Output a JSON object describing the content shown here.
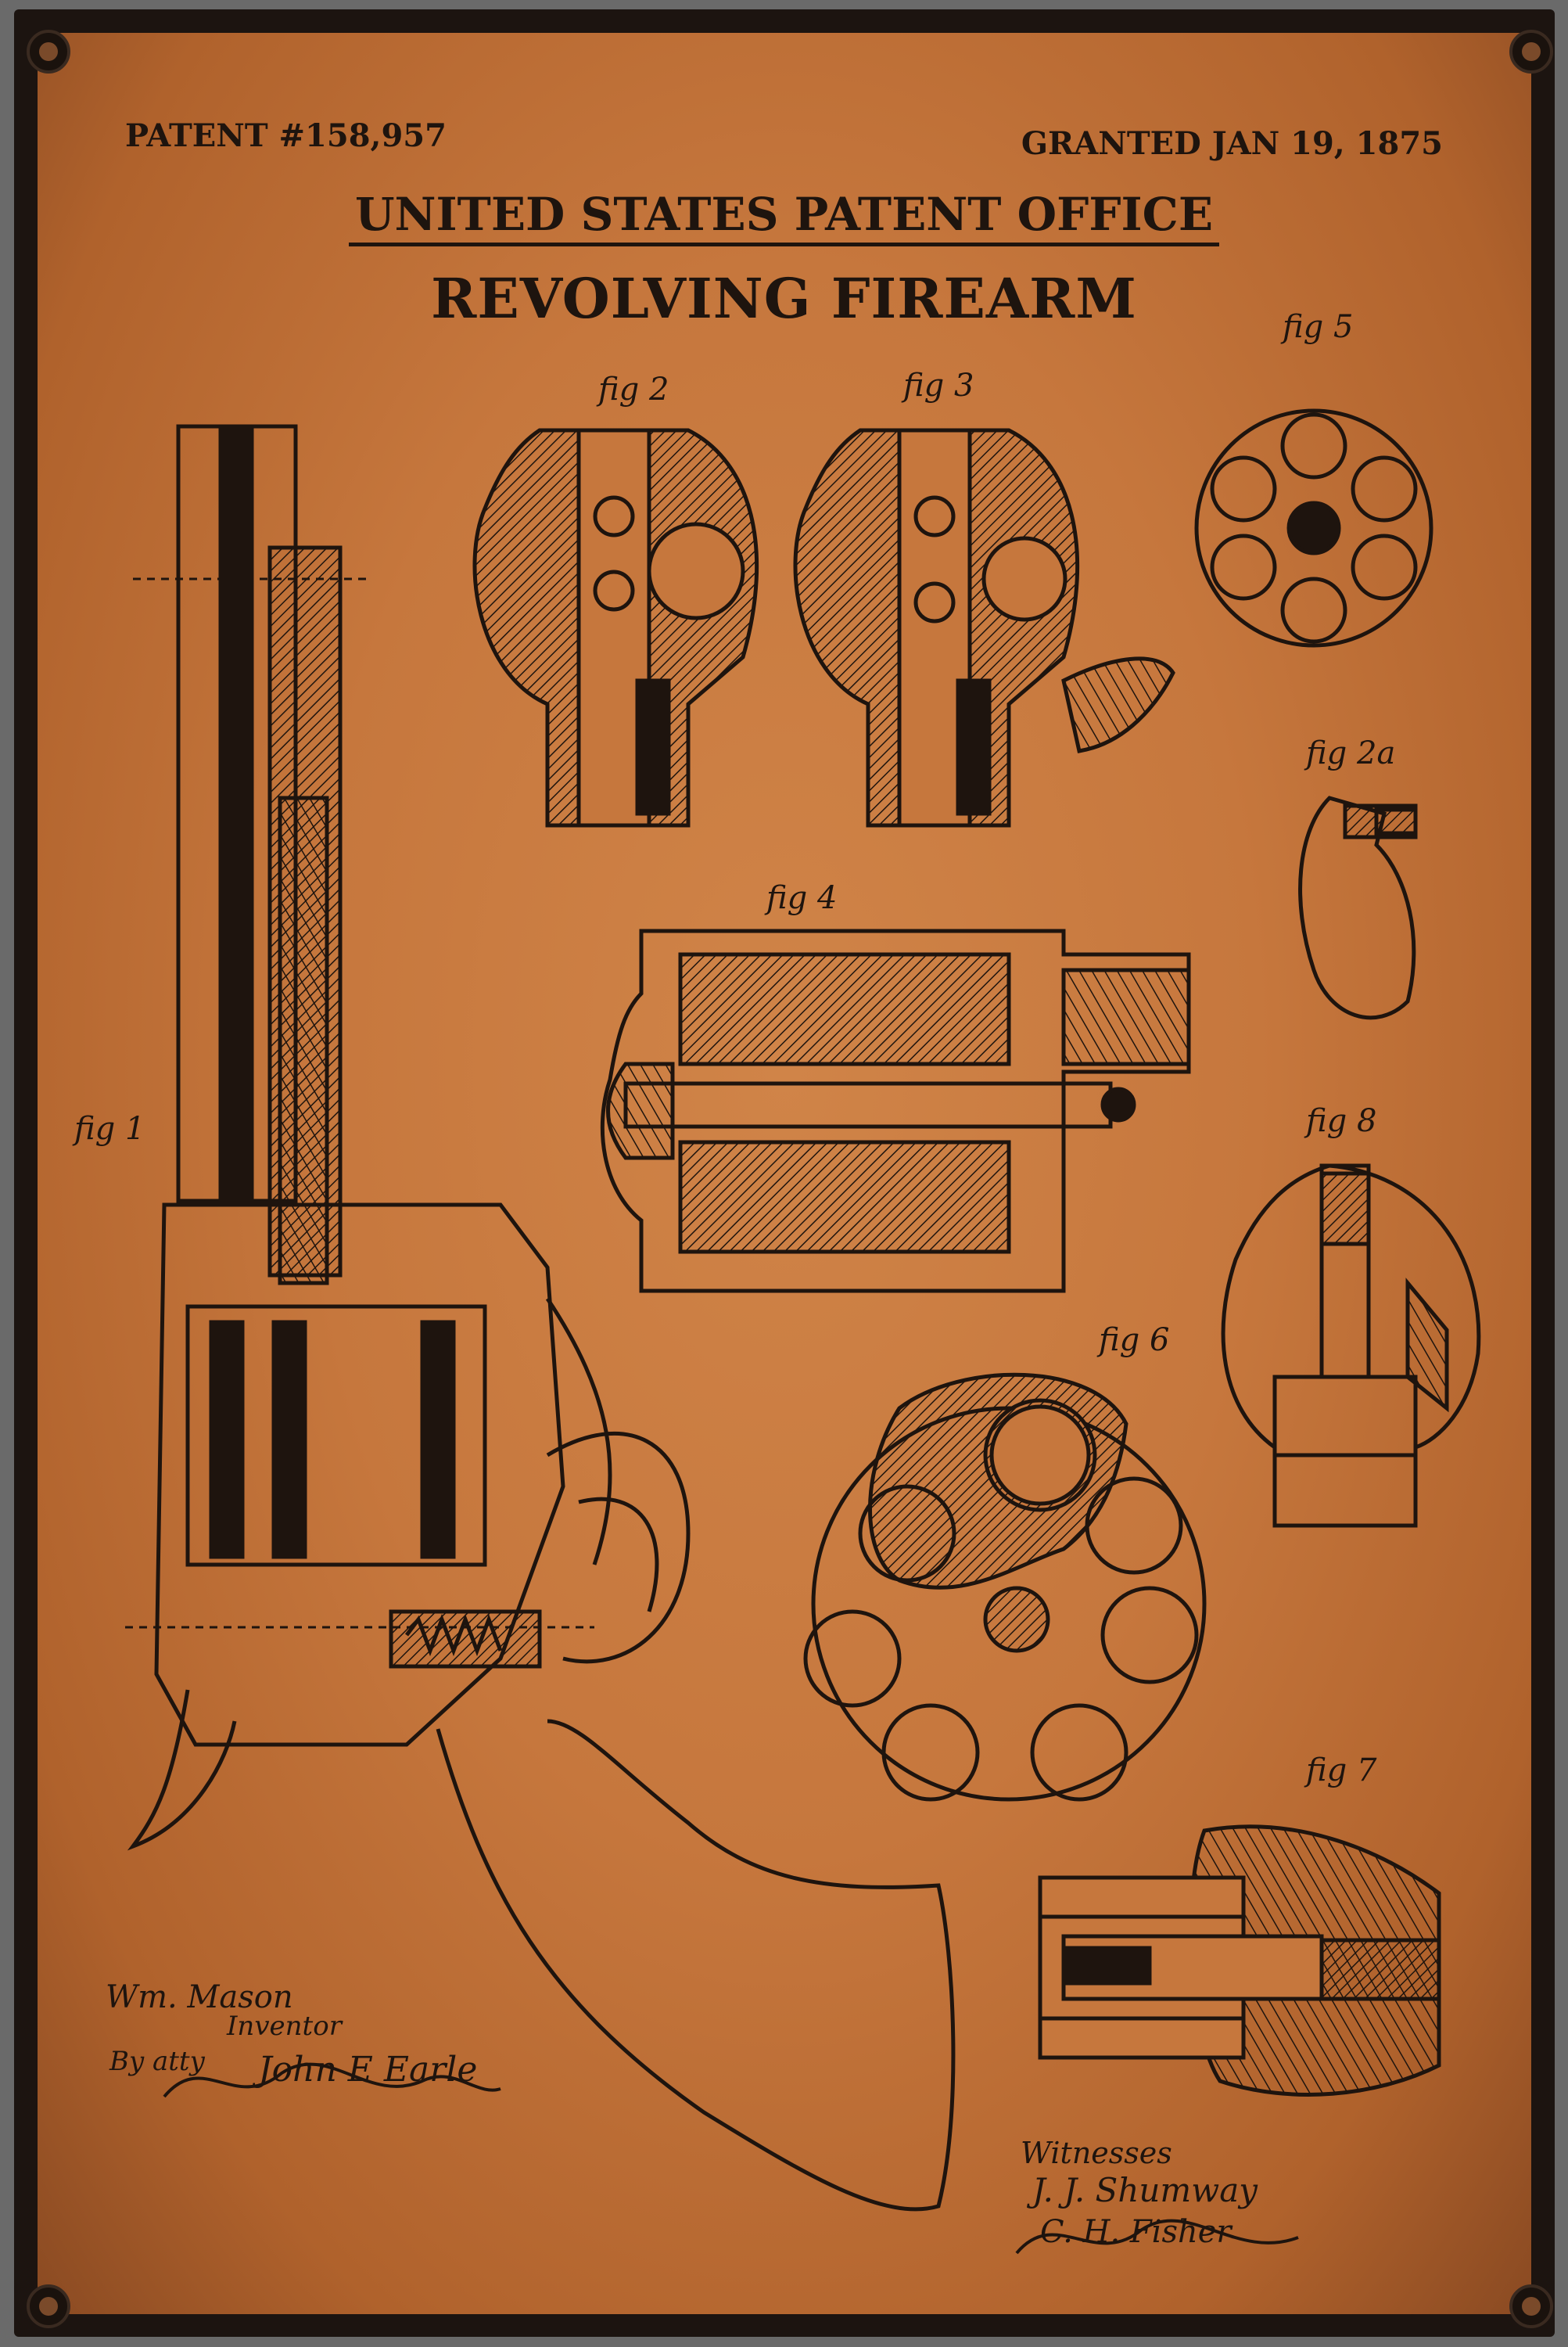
{
  "plaque": {
    "patent_number": "PATENT #158,957",
    "granted": "GRANTED JAN 19, 1875",
    "office": "UNITED STATES PATENT OFFICE",
    "title": "REVOLVING FIREARM"
  },
  "figures": {
    "fig1": "fig 1",
    "fig2": "fig 2",
    "fig3": "fig 3",
    "fig4": "fig 4",
    "fig5": "fig 5",
    "fig2a": "fig 2a",
    "fig6": "fig 6",
    "fig7": "fig 7",
    "fig8": "fig 8"
  },
  "signatures": {
    "inventor_name": "Wm. Mason",
    "inventor_role": "Inventor",
    "attorney_prefix": "By atty",
    "attorney_signature": "John E Earle",
    "witnesses_label": "Witnesses",
    "witness_one": "J. J. Shumway",
    "witness_two": "C. H. Fisher"
  },
  "colors": {
    "leather": "#c6773d",
    "ink": "#1e140e",
    "frame": "#1c1410",
    "background": "#6a6a6a"
  }
}
